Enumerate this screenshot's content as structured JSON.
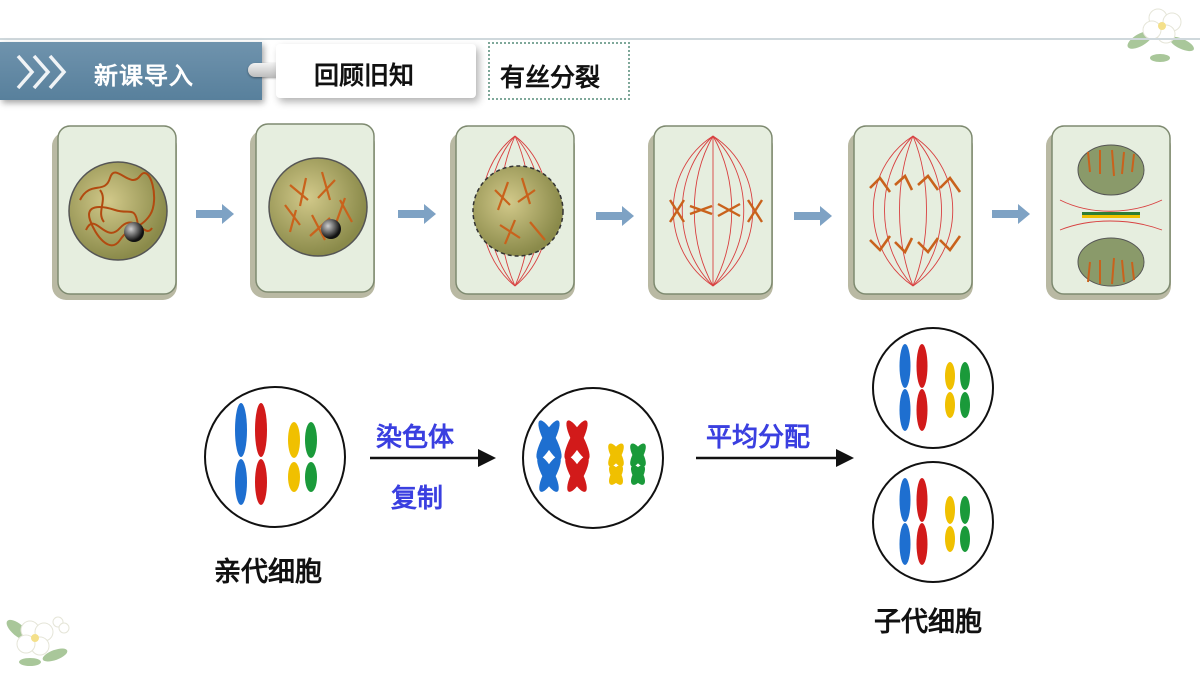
{
  "header": {
    "section_title": "新课导入",
    "review_tab": "回顾旧知",
    "topic": "有丝分裂"
  },
  "diagram": {
    "step1_top": "染色体",
    "step1_bottom": "复制",
    "step2": "平均分配",
    "parent_label": "亲代细胞",
    "daughter_label": "子代细胞"
  },
  "colors": {
    "banner": "#6a8ea8",
    "chromosome_blue": "#1e6fd0",
    "chromosome_red": "#d21a1a",
    "chromosome_yellow": "#f0c000",
    "chromosome_green": "#1a9a3a",
    "arrow_text": "#3a3fe0",
    "cell_bg": "#e6eedf",
    "spindle": "#d84040"
  },
  "icons": [
    "chevron-right-icon",
    "flower-decoration",
    "arrow-right-icon"
  ]
}
